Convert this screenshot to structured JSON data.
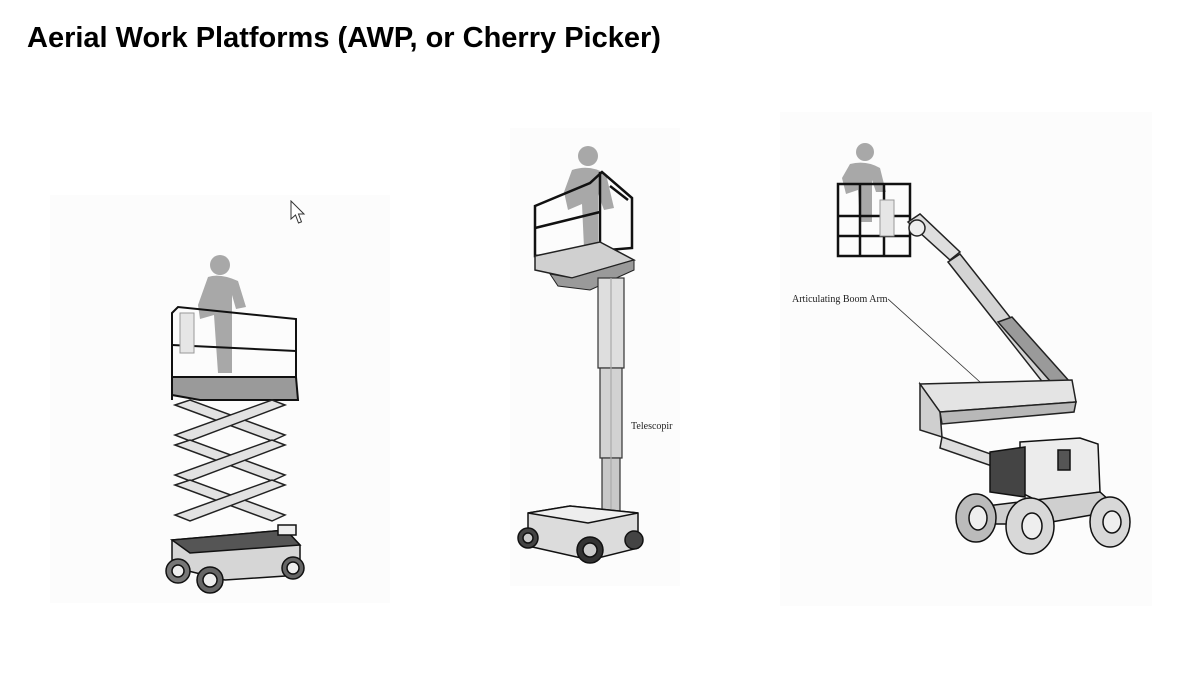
{
  "slide": {
    "title": "Aerial Work Platforms (AWP, or Cherry Picker)"
  },
  "illustrations": {
    "telescopic_label": "Telescopir",
    "boom_label": "Articulating Boom Arm"
  },
  "colors": {
    "background": "#ffffff",
    "title": "#000000",
    "silhouette": "#a8a8a8",
    "outline": "#111111",
    "body_fill": "#d9d9d9",
    "dark_fill": "#555555"
  },
  "icons": {
    "pointer": "mouse-pointer-icon"
  }
}
